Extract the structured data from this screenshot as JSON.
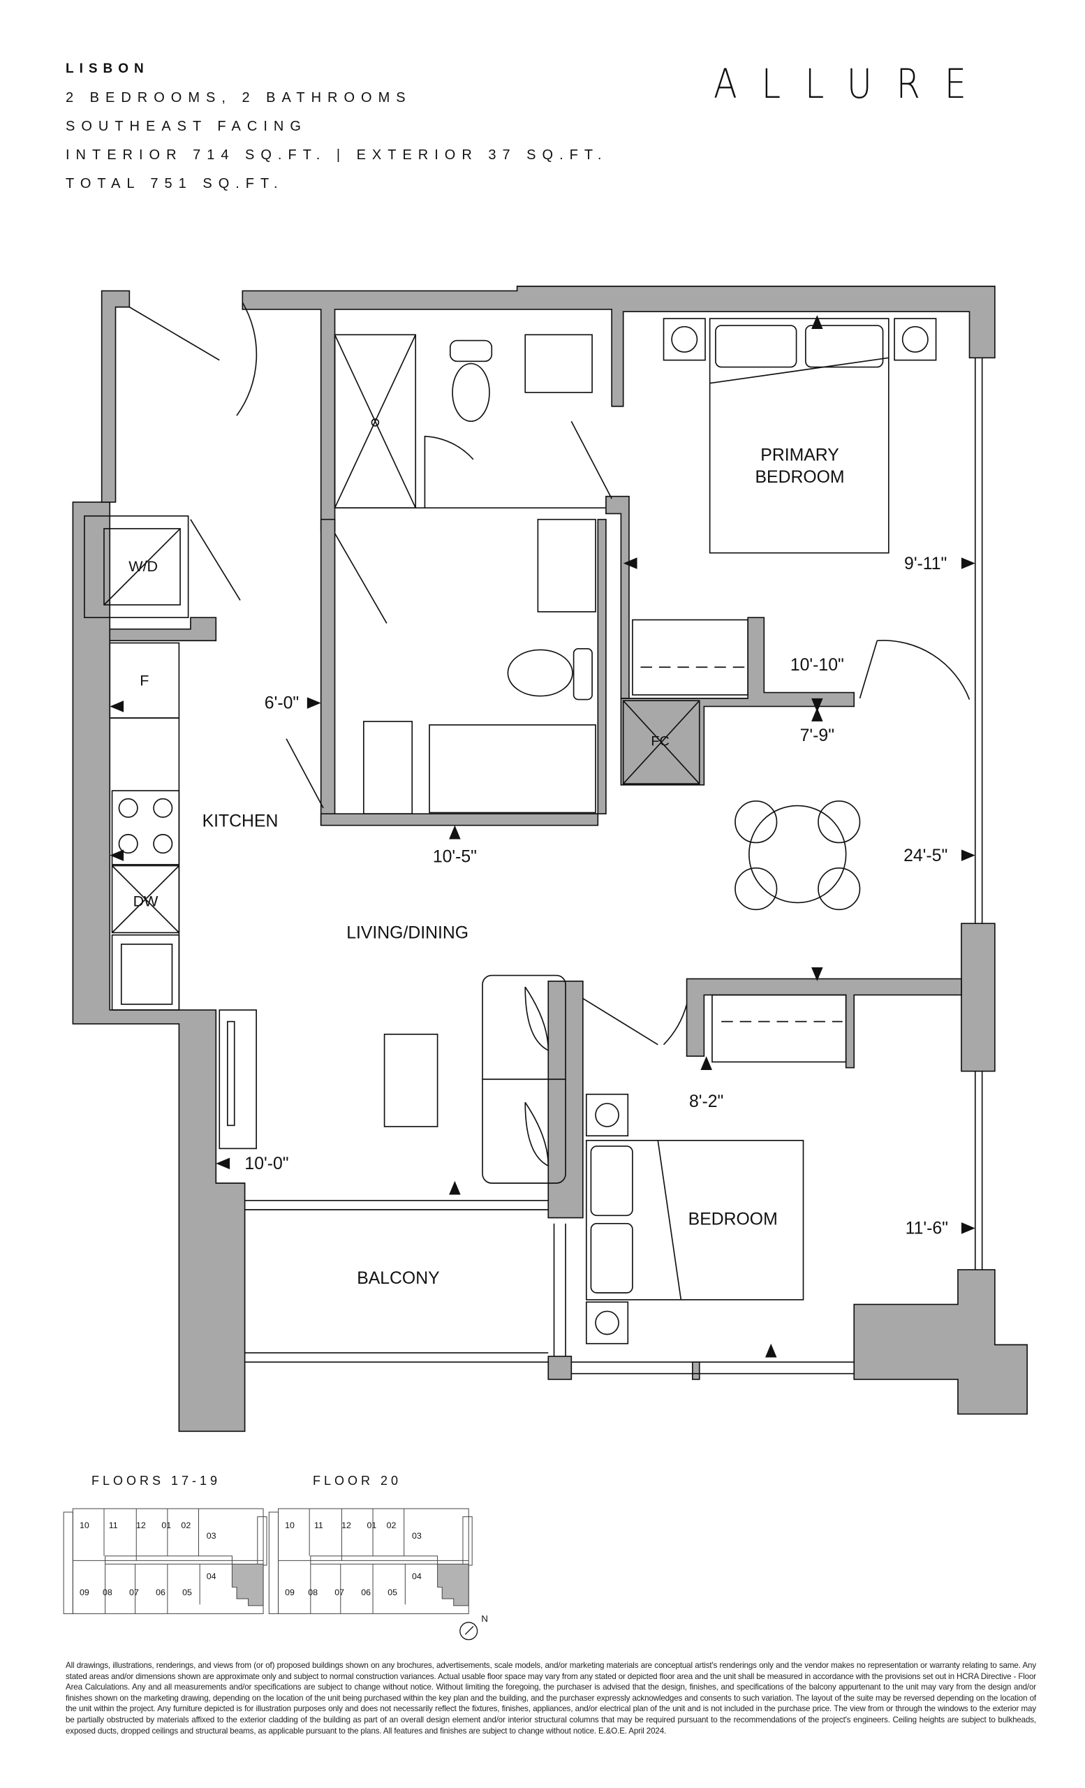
{
  "header": {
    "suite_name": "LISBON",
    "rooms": "2 BEDROOMS, 2 BATHROOMS",
    "facing": "SOUTHEAST FACING",
    "areas": "INTERIOR 714 SQ.FT. | EXTERIOR 37 SQ.FT.",
    "total": "TOTAL 751 SQ.FT."
  },
  "brand": {
    "logo": "ALLURE"
  },
  "plan": {
    "rooms": {
      "primary_bedroom_1": "PRIMARY",
      "primary_bedroom_2": "BEDROOM",
      "kitchen": "KITCHEN",
      "living_dining": "LIVING/DINING",
      "bedroom": "BEDROOM",
      "balcony": "BALCONY",
      "washer_dryer": "W/D",
      "fridge": "F",
      "dishwasher": "DW",
      "fan_coil": "FC"
    },
    "dimensions": {
      "primary_bedroom": "9'-11\"",
      "primary_width": "10'-10\"",
      "hall": "7'-9\"",
      "kitchen_width": "6'-0\"",
      "bath_width": "10'-5\"",
      "living_length": "24'-5\"",
      "bedroom_width": "8'-2\"",
      "living_width": "10'-0\"",
      "bedroom_length": "11'-6\""
    },
    "colors": {
      "wall": "#a8a8a8",
      "line": "#111111",
      "highlight": "#b3b3b3"
    }
  },
  "key_plans": [
    {
      "title": "FLOORS 17-19",
      "units_top": [
        "10",
        "11",
        "12",
        "01",
        "02",
        "03"
      ],
      "units_bottom": [
        "09",
        "08",
        "07",
        "06",
        "05",
        "04"
      ],
      "highlighted": "04"
    },
    {
      "title": "FLOOR 20",
      "units_top": [
        "10",
        "11",
        "12",
        "01",
        "02",
        "03"
      ],
      "units_bottom": [
        "09",
        "08",
        "07",
        "06",
        "05",
        "04"
      ],
      "highlighted": "04"
    }
  ],
  "north_label": "N",
  "disclaimer": "All drawings, illustrations, renderings, and views from (or of) proposed buildings shown on any brochures, advertisements, scale models, and/or marketing materials are conceptual artist's renderings only and the vendor makes no representation or warranty relating to same. Any stated areas and/or dimensions shown are approximate only and subject to normal construction variances. Actual usable floor space may vary from any stated or depicted floor area and the unit shall be measured in accordance with the provisions set out in HCRA Directive - Floor Area Calculations. Any and all measurements and/or specifications are subject to change without notice. Without limiting the foregoing, the purchaser is advised that the design, finishes, and specifications of the balcony appurtenant to the unit may vary from the design and/or finishes shown on the marketing drawing, depending on the location of the unit being purchased within the key plan and the building, and the purchaser expressly acknowledges and consents to such variation. The layout of the suite may be reversed depending on the location of the unit within the project. Any furniture depicted is for illustration purposes only and does not necessarily reflect the fixtures, finishes, appliances, and/or electrical plan of the unit and is not included in the purchase price. The view from or through the windows to the exterior may be partially obstructed by materials affixed to the exterior cladding of the building as part of an overall design element and/or interior structural columns that may be required pursuant to the recommendations of the project's engineers. Ceiling heights are subject to bulkheads, exposed ducts, dropped ceilings and structural beams, as applicable pursuant to the plans. All features and finishes are subject to change without notice. E.&O.E. April 2024."
}
